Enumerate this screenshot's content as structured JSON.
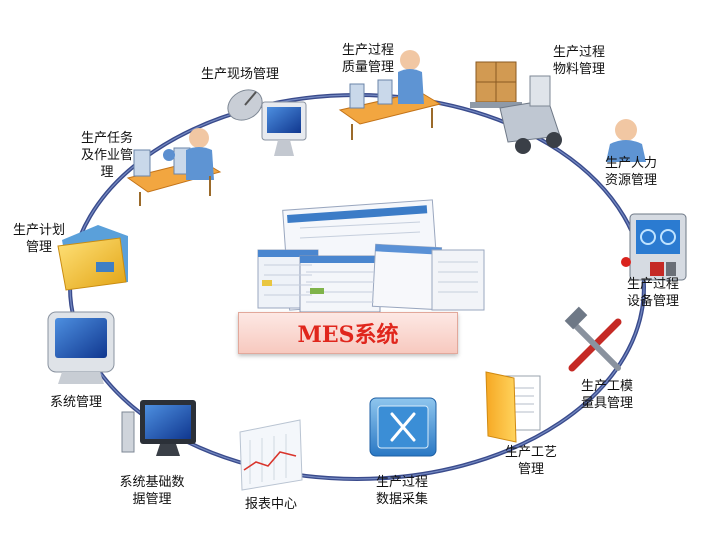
{
  "center": {
    "title": "MES系统"
  },
  "nodes": [
    {
      "id": "plan",
      "lines": [
        "生产计划",
        "管理"
      ]
    },
    {
      "id": "task",
      "lines": [
        "生产任务",
        "及作业管",
        "理"
      ]
    },
    {
      "id": "onsite",
      "lines": [
        "生产现场管理"
      ]
    },
    {
      "id": "quality",
      "lines": [
        "生产过程",
        "质量管理"
      ]
    },
    {
      "id": "material",
      "lines": [
        "生产过程",
        "物料管理"
      ]
    },
    {
      "id": "hr",
      "lines": [
        "生产人力",
        "资源管理"
      ]
    },
    {
      "id": "equipment",
      "lines": [
        "生产过程",
        "设备管理"
      ]
    },
    {
      "id": "tooling",
      "lines": [
        "生产工模",
        "量具管理"
      ]
    },
    {
      "id": "process",
      "lines": [
        "生产工艺",
        "管理"
      ]
    },
    {
      "id": "collect",
      "lines": [
        "生产过程",
        "数据采集"
      ]
    },
    {
      "id": "report",
      "lines": [
        "报表中心"
      ]
    },
    {
      "id": "basedata",
      "lines": [
        "系统基础数",
        "据管理"
      ]
    },
    {
      "id": "sysmgmt",
      "lines": [
        "系统管理"
      ]
    }
  ],
  "icons": {
    "plan": "folder-icon",
    "task": "assembly-line-icon",
    "onsite": "satellite-monitor-icon",
    "quality": "inspection-line-icon",
    "material": "forklift-icon",
    "hr": "worker-icon",
    "equipment": "control-panel-icon",
    "tooling": "hammer-wrench-icon",
    "process": "document-folder-icon",
    "collect": "tools-tablet-icon",
    "report": "report-chart-icon",
    "basedata": "desktop-computer-icon",
    "sysmgmt": "monitor-icon"
  },
  "colors": {
    "ring": "#3a4b8c",
    "title_text": "#e0261c",
    "title_bg": "#f9d3cb"
  }
}
